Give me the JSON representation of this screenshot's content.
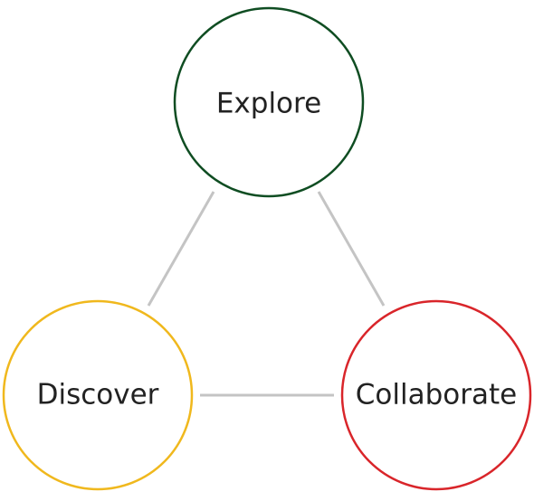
{
  "nodes": {
    "explore": {
      "label": "Explore",
      "color": "#0f4d22"
    },
    "discover": {
      "label": "Discover",
      "color": "#f0b81d"
    },
    "collaborate": {
      "label": "Collaborate",
      "color": "#d9252a"
    }
  },
  "connector_color": "#c4c4c4"
}
